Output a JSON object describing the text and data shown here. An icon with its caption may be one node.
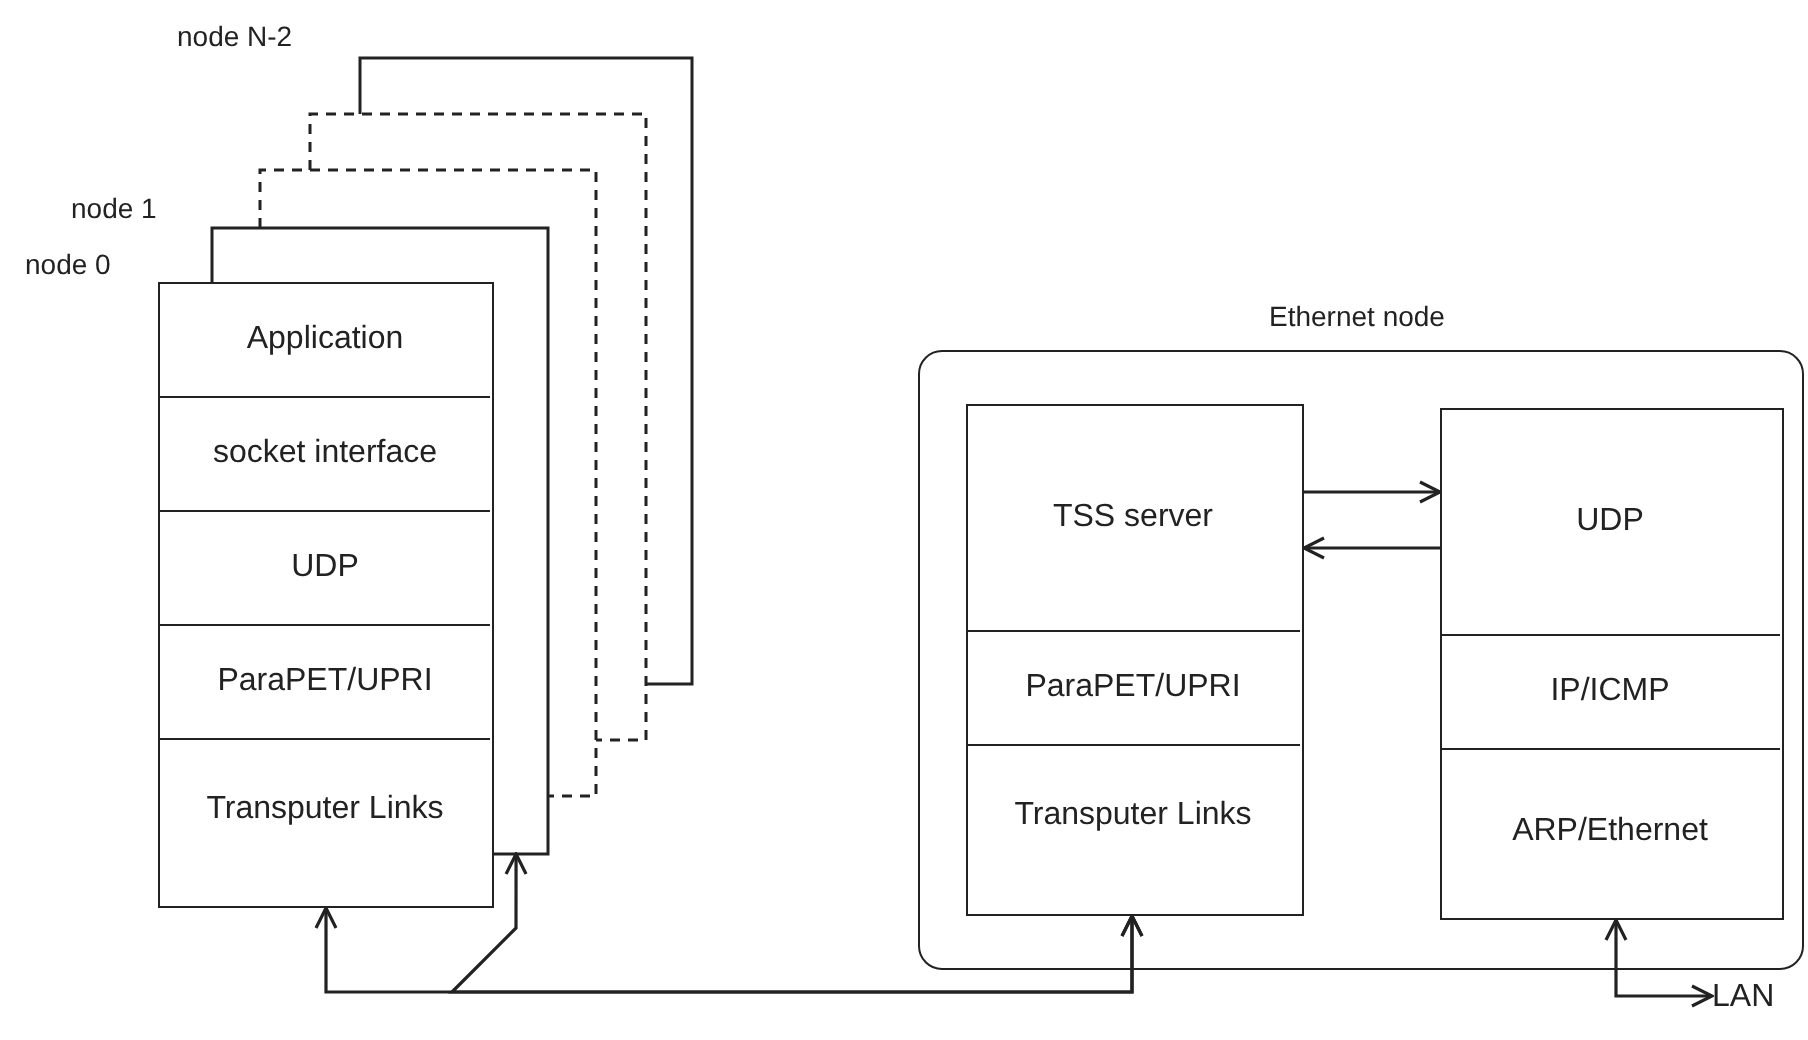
{
  "diagram": {
    "nodes": [
      {
        "text": [
          "node N-2"
        ]
      },
      {
        "text": [],
        "shape": "box"
      },
      {
        "text": [],
        "shape": "box"
      },
      {
        "text": [
          "node 1"
        ]
      },
      {
        "text": [
          "node 0"
        ]
      },
      {
        "text": [
          "Application"
        ],
        "in": 4
      },
      {
        "text": [
          "socket interface"
        ],
        "in": 4
      },
      {
        "text": [
          "UDP"
        ],
        "in": 4
      },
      {
        "text": [
          "ParaPET/UPRI"
        ],
        "in": 4
      },
      {
        "text": [
          "Transputer Links"
        ],
        "in": 4
      },
      {
        "text": [
          "Ethernet node"
        ]
      },
      {
        "text": [],
        "shape": "box",
        "in": 10
      },
      {
        "text": [
          "TSS server"
        ],
        "in": 11
      },
      {
        "text": [
          "ParaPET/UPRI"
        ],
        "in": 11
      },
      {
        "text": [
          "Transputer Links"
        ],
        "in": 11
      },
      {
        "text": [],
        "shape": "box",
        "in": 10
      },
      {
        "text": [
          "UDP"
        ],
        "in": 15
      },
      {
        "text": [
          "IP/ICMP"
        ],
        "in": 15
      },
      {
        "text": [
          "ARP/Ethernet"
        ],
        "in": 15
      },
      {
        "text": [
          "LAN"
        ]
      }
    ],
    "edges": [
      {
        "from": 9,
        "to": 14,
        "arrow": "both"
      },
      {
        "from": 3,
        "to": 14,
        "arrow": "both"
      },
      {
        "from": 12,
        "to": 16,
        "arrow": "to"
      },
      {
        "from": 16,
        "to": 12,
        "arrow": "to"
      },
      {
        "from": 18,
        "to": 19,
        "arrow": "both"
      }
    ]
  }
}
